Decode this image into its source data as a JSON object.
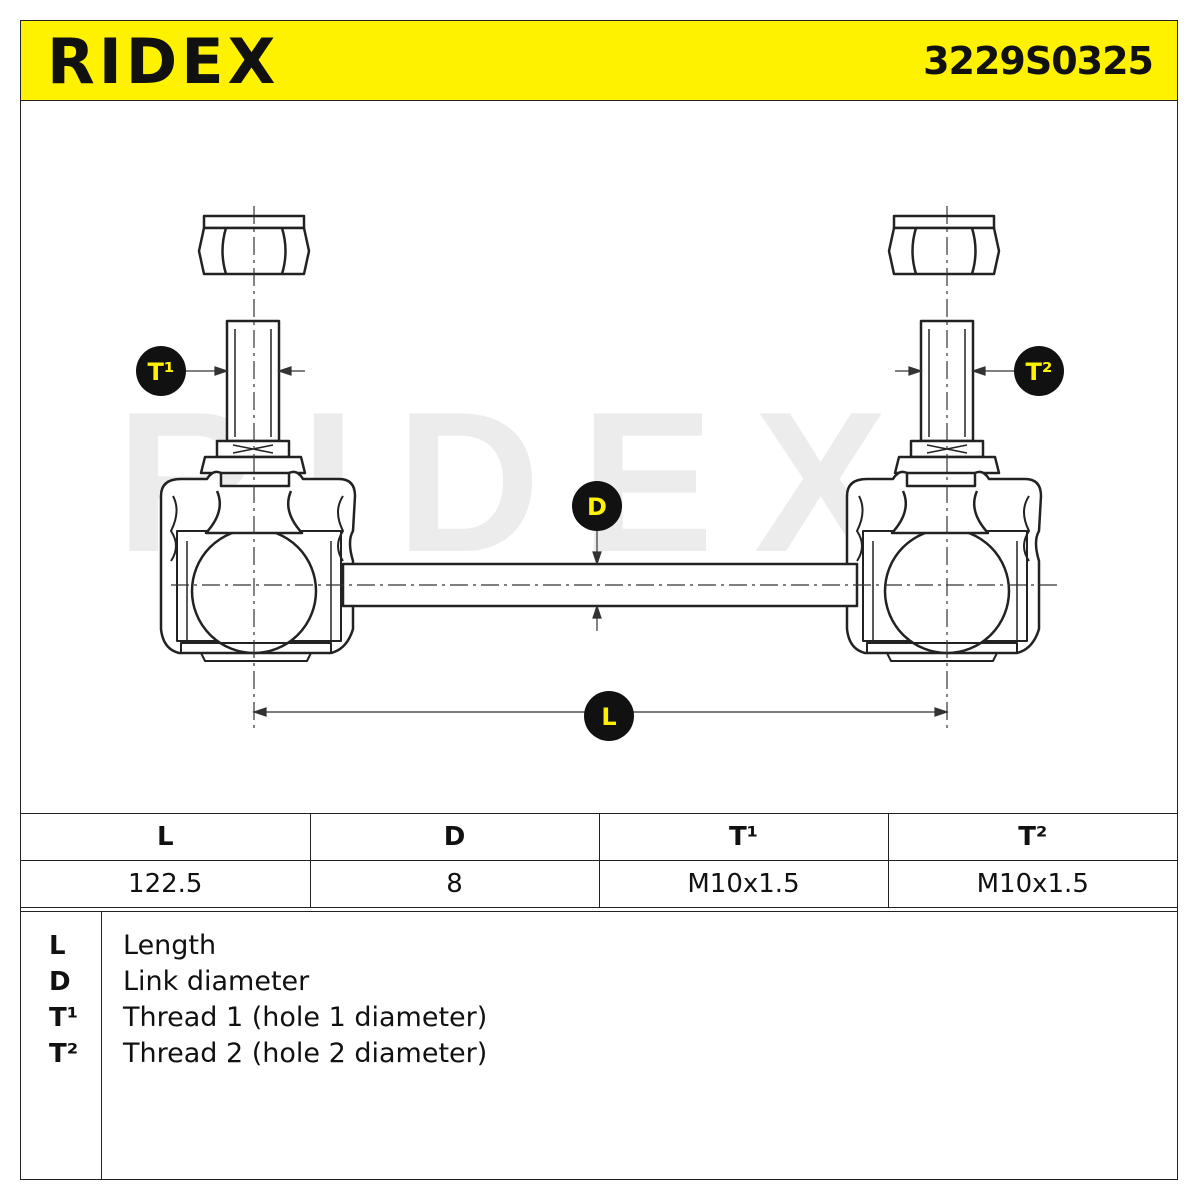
{
  "header": {
    "brand": "RIDEX",
    "part_number": "3229S0325"
  },
  "diagram": {
    "watermark": "RIDEX",
    "labels": {
      "T1": "T¹",
      "T2": "T²",
      "D": "D",
      "L": "L"
    },
    "colors": {
      "accent": "#fff200",
      "line": "#222222",
      "badge": "#111111",
      "watermark": "#e8e8e8"
    }
  },
  "spec_table": {
    "headers": [
      "L",
      "D",
      "T¹",
      "T²"
    ],
    "values": [
      "122.5",
      "8",
      "M10x1.5",
      "M10x1.5"
    ]
  },
  "legend": [
    {
      "key": "L",
      "desc": "Length"
    },
    {
      "key": "D",
      "desc": "Link diameter"
    },
    {
      "key": "T¹",
      "desc": "Thread 1 (hole 1 diameter)"
    },
    {
      "key": "T²",
      "desc": "Thread 2 (hole 2 diameter)"
    }
  ]
}
